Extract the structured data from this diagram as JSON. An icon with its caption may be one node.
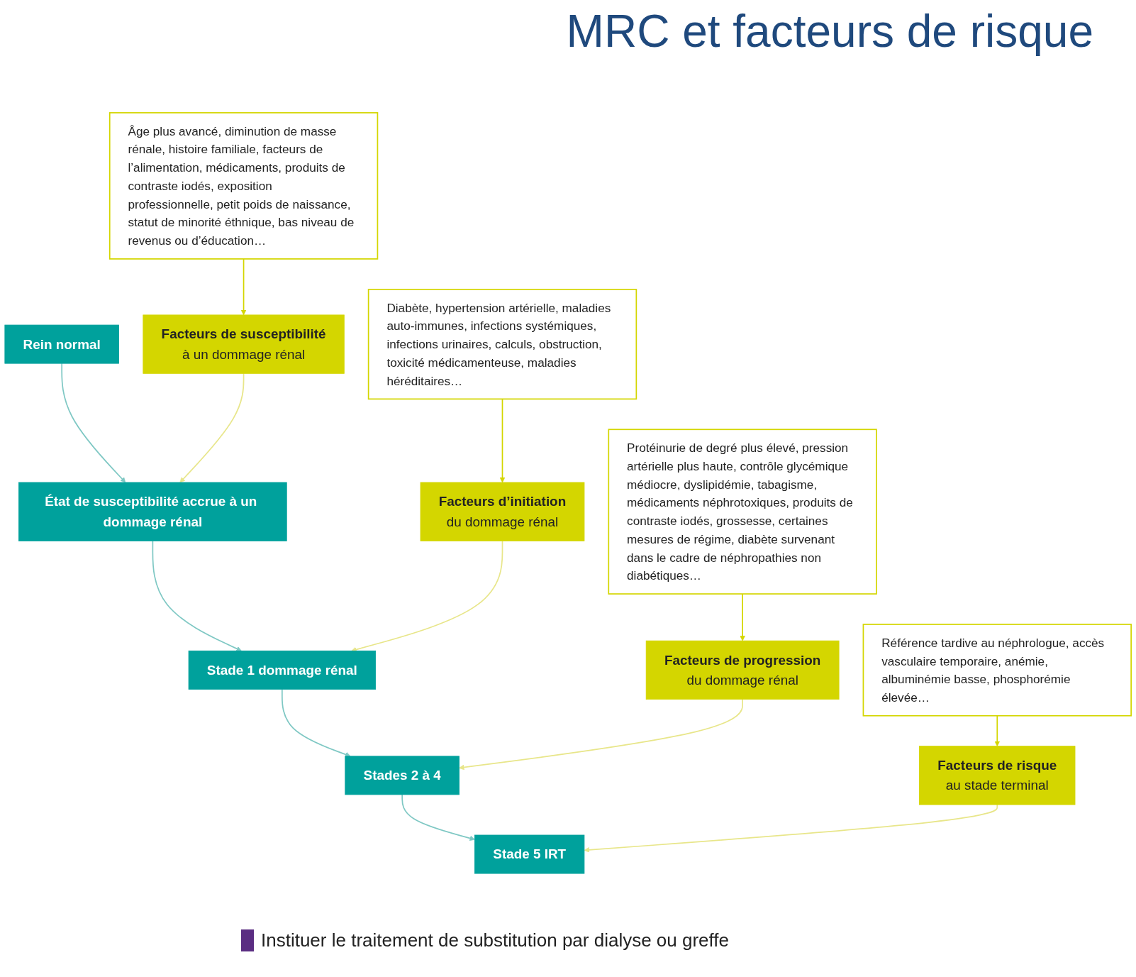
{
  "diagram": {
    "title": "MRC et facteurs de risque",
    "nodes": [
      {
        "text": [
          "Rein normal"
        ]
      },
      {
        "text": [
          "Facteurs de susceptibilité",
          "à un dommage rénal"
        ]
      },
      {
        "text": [
          "Âge plus avancé, diminution de masse rénale, histoire familiale, facteurs de l’alimentation, médicaments, produits de contraste iodés, exposition professionnelle, petit poids de naissance, statut de minorité éthnique, bas niveau de revenus ou d’éducation…"
        ]
      },
      {
        "text": [
          "État de susceptibilité accrue à un dommage rénal"
        ]
      },
      {
        "text": [
          "Facteurs d’initiation",
          "du dommage rénal"
        ]
      },
      {
        "text": [
          "Diabète, hypertension artérielle, maladies auto-immunes, infections systémiques, infections urinaires, calculs, obstruction, toxicité médicamenteuse, maladies héréditaires…"
        ]
      },
      {
        "text": [
          "Stade 1 dommage rénal"
        ]
      },
      {
        "text": [
          "Facteurs de progression",
          "du dommage rénal"
        ]
      },
      {
        "text": [
          "Protéinurie de degré plus élevé, pression artérielle plus haute, contrôle glycémique médiocre, dyslipidémie, tabagisme, médicaments néphrotoxiques, produits de contraste iodés, grossesse, certaines mesures de régime, diabète survenant dans le cadre de néphropathies non diabétiques…"
        ]
      },
      {
        "text": [
          "Stades 2 à 4"
        ]
      },
      {
        "text": [
          "Facteurs de risque",
          "au stade terminal"
        ]
      },
      {
        "text": [
          "Référence tardive au néphrologue, accès vasculaire temporaire, anémie, albuminémie basse, phosphorémie élevée…"
        ]
      },
      {
        "text": [
          "Stade 5 IRT"
        ]
      }
    ],
    "edges": [
      {
        "from": 0,
        "to": 3,
        "arrow": "to",
        "color": "#7fc8c4"
      },
      {
        "from": 3,
        "to": 6,
        "arrow": "to",
        "color": "#7fc8c4"
      },
      {
        "from": 6,
        "to": 9,
        "arrow": "to",
        "color": "#7fc8c4"
      },
      {
        "from": 9,
        "to": 12,
        "arrow": "to",
        "color": "#7fc8c4"
      },
      {
        "from": 2,
        "to": 1,
        "arrow": "to",
        "color": "#d4d600"
      },
      {
        "from": 5,
        "to": 4,
        "arrow": "to",
        "color": "#d4d600"
      },
      {
        "from": 8,
        "to": 7,
        "arrow": "to",
        "color": "#d4d600"
      },
      {
        "from": 11,
        "to": 10,
        "arrow": "to",
        "color": "#d4d600"
      },
      {
        "from": 1,
        "to": 3,
        "arrow": "to",
        "color": "#e8e68a"
      },
      {
        "from": 4,
        "to": 6,
        "arrow": "to",
        "color": "#e8e68a"
      },
      {
        "from": 7,
        "to": 9,
        "arrow": "to",
        "color": "#e8e68a"
      },
      {
        "from": 10,
        "to": 12,
        "arrow": "to",
        "color": "#e8e68a"
      }
    ],
    "labels": [
      "Instituer le traitement de substitution par dialyse ou greffe"
    ]
  }
}
